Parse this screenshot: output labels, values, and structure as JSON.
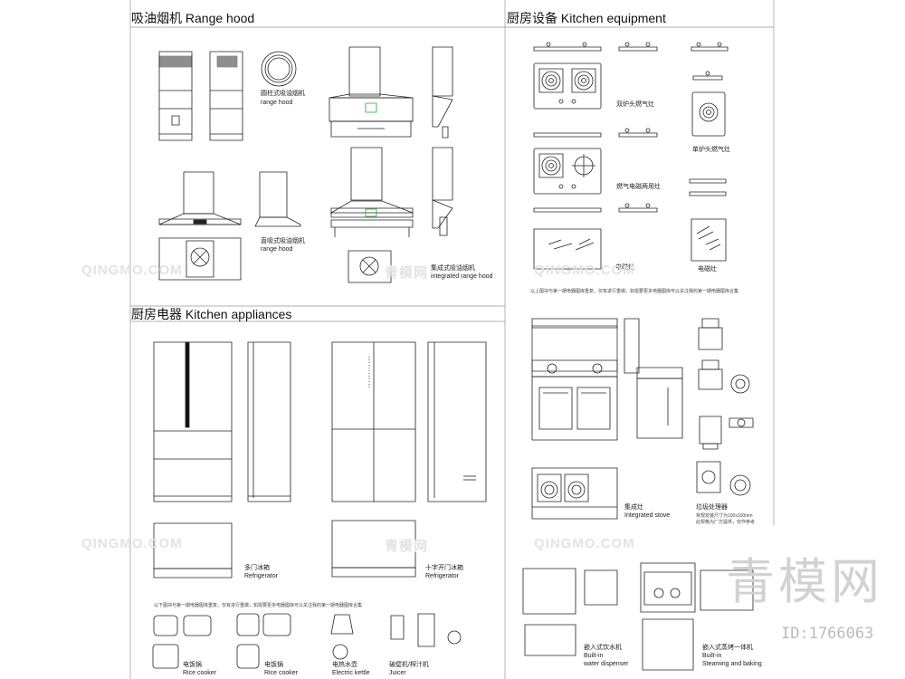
{
  "sections": {
    "range_hood": "吸油烟机 Range hood",
    "kitchen_equipment": "厨房设备 Kitchen equipment",
    "kitchen_appliances": "厨房电器 Kitchen appliances"
  },
  "labels": {
    "cylinder_hood_cn": "圆柱式吸油烟机",
    "cylinder_hood_en": "range hood",
    "straight_hood_cn": "直吸式吸油烟机",
    "straight_hood_en": "range hood",
    "integrated_hood_cn": "集成式吸油烟机",
    "integrated_hood_en": "integrated range hood",
    "double_gas_cn": "双炉头燃气灶",
    "single_gas_cn": "单炉头燃气灶",
    "gas_induction_cn": "燃气电磁两用灶",
    "induction_cn_1": "电磁灶",
    "induction_cn_2": "电磁灶",
    "integrated_stove_cn": "集成灶",
    "integrated_stove_en": "Integrated stove",
    "disposer_cn": "垃圾处理器",
    "disposer_note_1": "常规安装尺寸为100x100mm",
    "disposer_note_2": "此规格为厂方提供，仅作参考",
    "multidoor_fridge_cn": "多门冰箱",
    "multidoor_fridge_en": "Refrigerator",
    "cross_fridge_cn": "十字开门冰箱",
    "cross_fridge_en": "Refrigerator",
    "rice_cooker_cn_1": "电饭锅",
    "rice_cooker_en_1": "Rice cooker",
    "rice_cooker_cn_2": "电饭锅",
    "rice_cooker_en_2": "Rice cooker",
    "kettle_cn": "电热水壶",
    "kettle_en": "Electric kettle",
    "juicer_cn": "破壁机/榨汁机",
    "juicer_en": "Juicer",
    "water_dispenser_cn": "嵌入式饮水机",
    "water_dispenser_en_1": "Built-in",
    "water_dispenser_en_2": "water dispenser",
    "steam_bake_cn": "嵌入式蒸烤一体机",
    "steam_bake_en_1": "Built-in",
    "steam_bake_en_2": "Steaming and baking"
  },
  "notes": {
    "equipment_note": "以上图块与第一期电器图库重复，仅有进行重做，如需要更多电器图库可以关注我的第一期电器图库合集",
    "appliance_note": "以下图块与第一期电器图库重复，仅有进行重做，如需要更多电器图库可以关注我的第一期电器图库合集"
  },
  "watermark": {
    "text": "QINGMO.COM",
    "cn": "青模网",
    "brand": "青模网",
    "id": "ID:1766063"
  }
}
